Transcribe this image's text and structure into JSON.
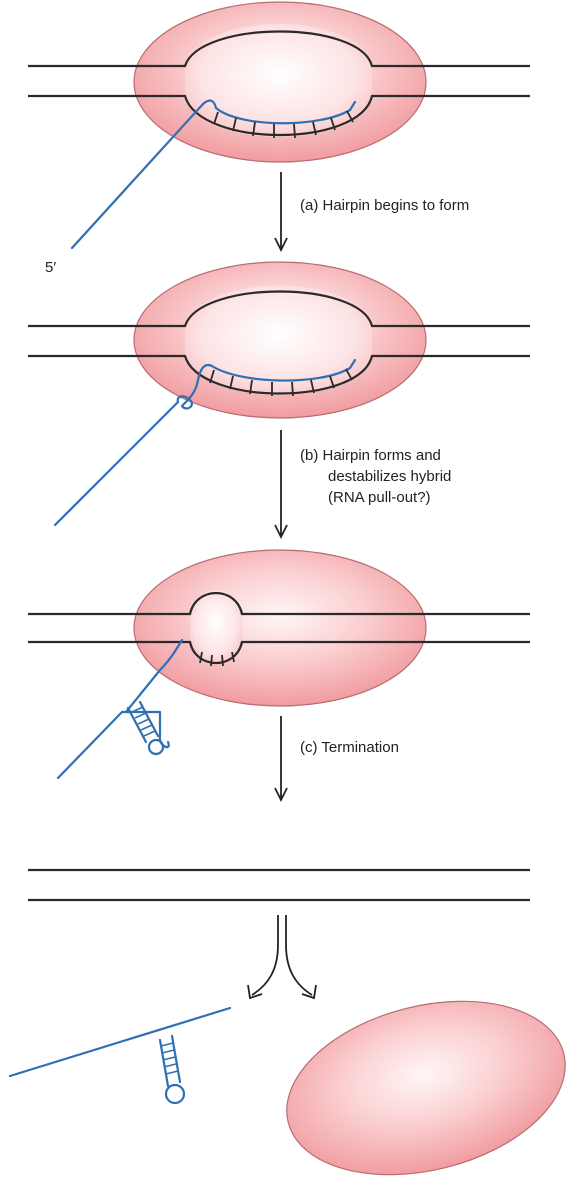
{
  "labels": {
    "five_prime": "5′",
    "step_a": "(a) Hairpin begins to form",
    "step_b_line1": "(b) Hairpin forms and",
    "step_b_line2": "destabilizes hybrid",
    "step_b_line3": "(RNA pull-out?)",
    "step_c": "(c) Termination"
  },
  "colors": {
    "polymerase": "#f3a6aa",
    "polymerase_highlight": "#fde8e8",
    "dna": "#2a2a2a",
    "rna": "#2f6fb3"
  }
}
